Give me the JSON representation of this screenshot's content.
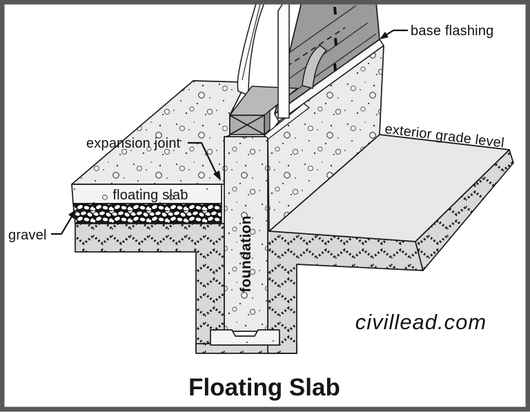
{
  "diagram": {
    "title": "Floating Slab",
    "watermark": "civillead.com",
    "labels": {
      "expansion_joint": "expansion joint",
      "floating_slab": "floating slab",
      "gravel": "gravel",
      "base_flashing": "base flashing",
      "exterior_grade_level": "exterior grade level",
      "foundation": "foundation"
    },
    "colors": {
      "frame": "#58585b",
      "ink": "#1a1a1a",
      "concrete_bg": "#ebebeb",
      "soil_bg": "#d8d8d8",
      "grade_surface": "#e8e8e8",
      "siding_gray": "#9b9b9b",
      "sill_gray": "#b9b9b9",
      "watermark_gray": "#ececec"
    }
  }
}
